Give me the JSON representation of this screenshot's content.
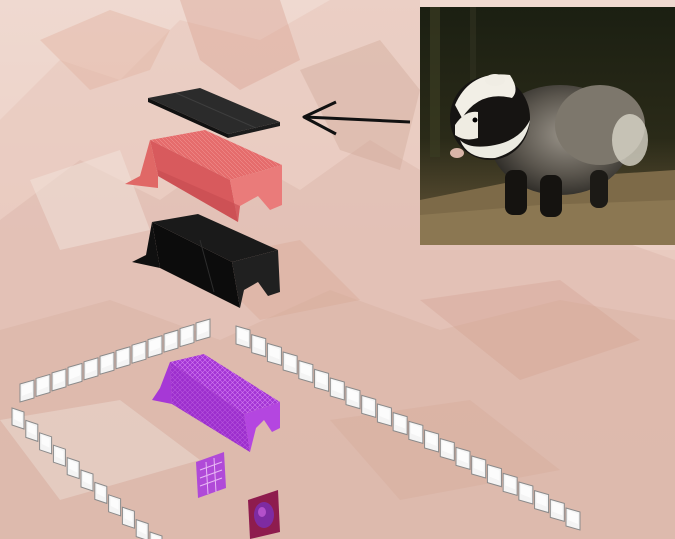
{
  "figure": {
    "background": {
      "description_icon": "washed-out-mountain-landscape",
      "tint": "#f1dcd6"
    },
    "photo": {
      "icon": "badger-photo"
    },
    "arrow": {
      "icon": "arrow-left-icon",
      "color": "#111111"
    },
    "layers": [
      {
        "name": "top-plate",
        "color": "#2b2b2b"
      },
      {
        "name": "red-surface",
        "color": "#e2686a"
      },
      {
        "name": "black-surface",
        "color": "#121212"
      },
      {
        "name": "purple-mesh",
        "color": "#a02ad0"
      }
    ],
    "small_items": [
      {
        "name": "mesh-fragment",
        "color": "#b04ad8"
      },
      {
        "name": "red-purple-patch",
        "color": "#8e1c4e"
      }
    ],
    "frames": {
      "left_count": 12,
      "right_count": 22,
      "color": "#f4f4f4"
    }
  }
}
